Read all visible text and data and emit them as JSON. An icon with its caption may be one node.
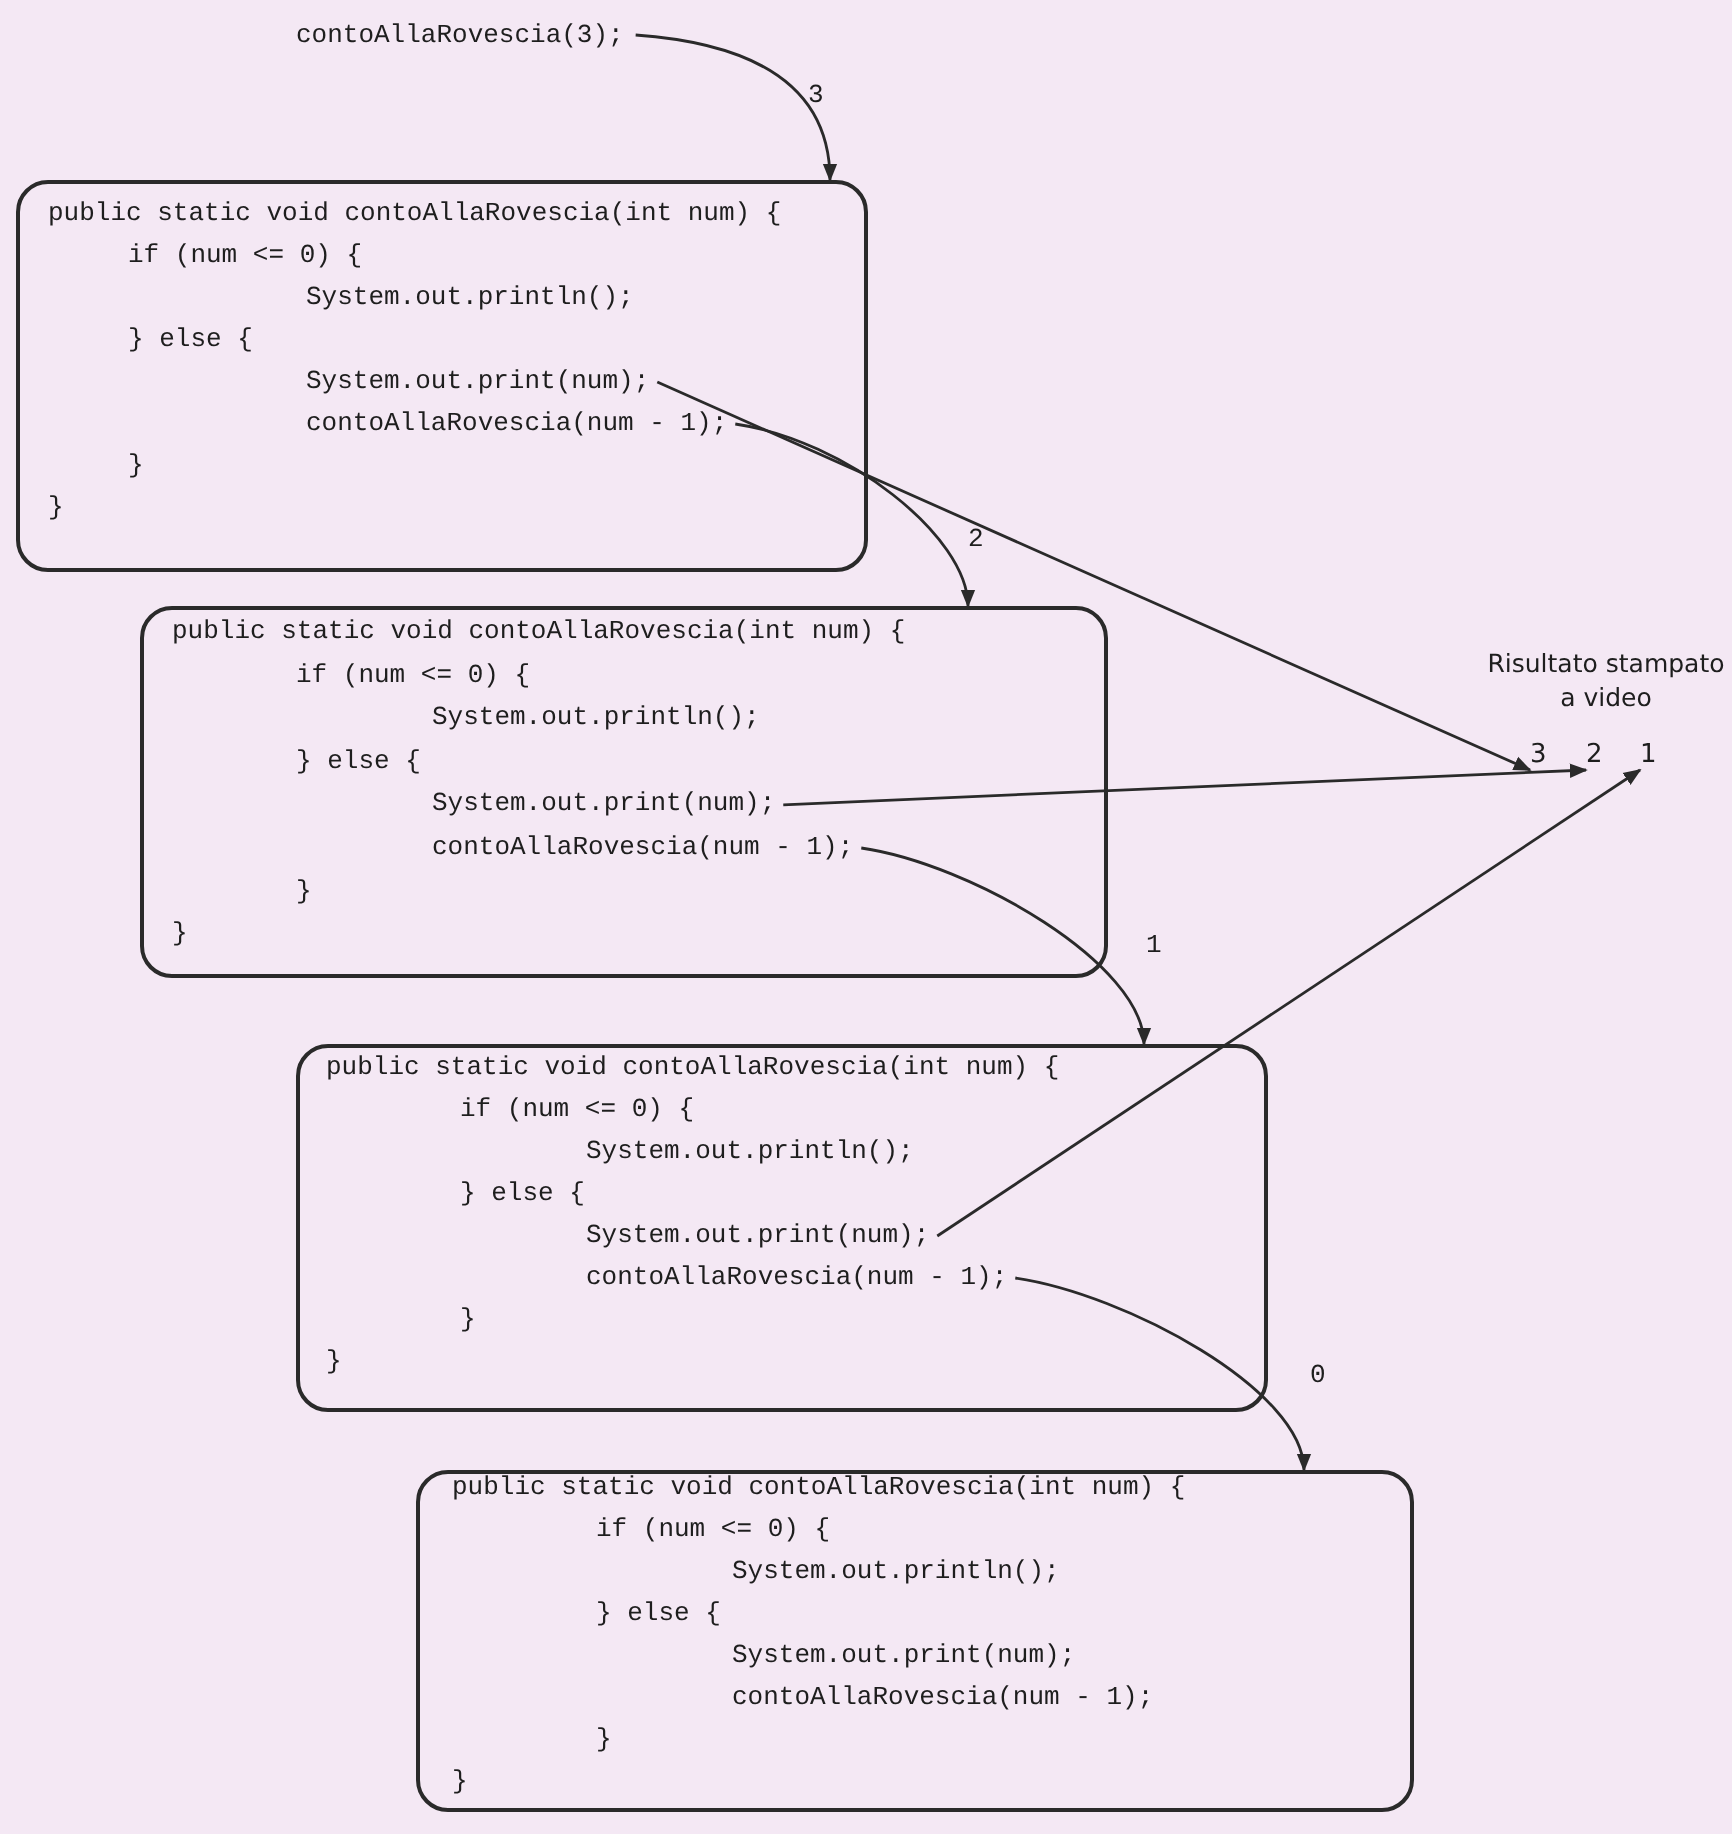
{
  "diagram": {
    "nodes": [
      {
        "text": [
          "contoAllaRovescia(3);"
        ]
      },
      {
        "text": [
          "public static void contoAllaRovescia(int num) {",
          "if (num <= 0) {",
          "System.out.println();",
          "} else {",
          "System.out.print(num);",
          "contoAllaRovescia(num - 1);",
          "}",
          "}"
        ]
      },
      {
        "text": [
          "public static void contoAllaRovescia(int num) {",
          "if (num <= 0) {",
          "System.out.println();",
          "} else {",
          "System.out.print(num);",
          "contoAllaRovescia(num - 1);",
          "}",
          "}"
        ]
      },
      {
        "text": [
          "public static void contoAllaRovescia(int num) {",
          "if (num <= 0) {",
          "System.out.println();",
          "} else {",
          "System.out.print(num);",
          "contoAllaRovescia(num - 1);",
          "}",
          "}"
        ]
      },
      {
        "text": [
          "public static void contoAllaRovescia(int num) {",
          "if (num <= 0) {",
          "System.out.println();",
          "} else {",
          "System.out.print(num);",
          "contoAllaRovescia(num - 1);",
          "}",
          "}"
        ]
      },
      {
        "text": [
          "Risultato stampato a video"
        ]
      },
      {
        "text": [
          "3"
        ]
      },
      {
        "text": [
          "2"
        ]
      },
      {
        "text": [
          "1"
        ]
      }
    ],
    "edges": [
      {
        "from": 0,
        "to": 1,
        "arrow": "to",
        "label": "3"
      },
      {
        "from": 1,
        "to": 2,
        "arrow": "to",
        "label": "2"
      },
      {
        "from": 2,
        "to": 3,
        "arrow": "to",
        "label": "1"
      },
      {
        "from": 3,
        "to": 4,
        "arrow": "to",
        "label": "0"
      },
      {
        "from": 1,
        "to": 6,
        "arrow": "to"
      },
      {
        "from": 2,
        "to": 7,
        "arrow": "to"
      },
      {
        "from": 3,
        "to": 8,
        "arrow": "to"
      }
    ]
  }
}
